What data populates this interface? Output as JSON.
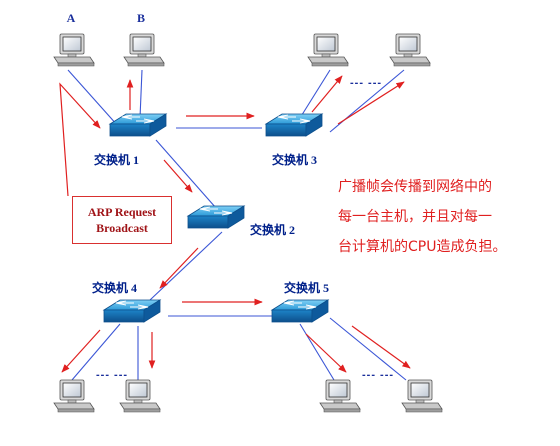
{
  "hosts": {
    "a": "A",
    "b": "B"
  },
  "switches": {
    "s1": "交换机 1",
    "s2": "交换机 2",
    "s3": "交换机 3",
    "s4": "交换机 4",
    "s5": "交换机 5"
  },
  "ellipsis": "--- ---",
  "arp_box": {
    "line1": "ARP Request",
    "line2": "Broadcast"
  },
  "note": {
    "line1": "广播帧会传播到网络中的",
    "line2": "每一台主机，并且对每一",
    "line3": "台计算机的CPU造成负担。"
  },
  "colors": {
    "link": "#3b56d6",
    "arrow": "#e02020",
    "switch_body": "#1f7fbf",
    "label": "#00208a"
  }
}
